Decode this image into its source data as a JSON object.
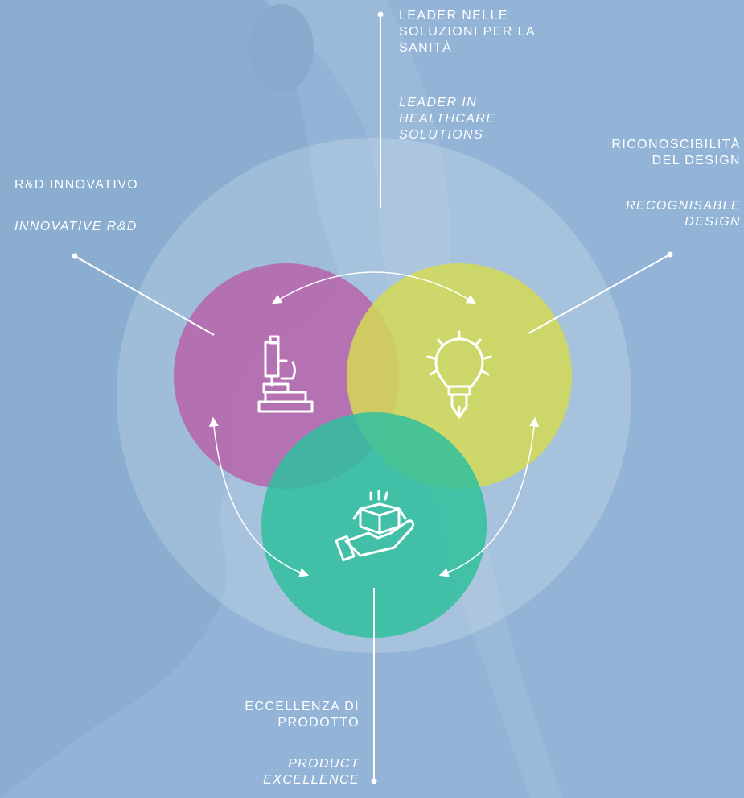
{
  "colors": {
    "background": "#93b4d6",
    "outer_circle": "#cfe0ee",
    "rd_circle": "#b562a8",
    "design_circle": "#d6d85a",
    "product_circle": "#2fbe9c",
    "lines": "#ffffff"
  },
  "labels": {
    "top": {
      "it": [
        "LEADER NELLE",
        "SOLUZIONI PER LA",
        "SANITÀ"
      ],
      "en": [
        "LEADER IN",
        "HEALTHCARE",
        "SOLUTIONS"
      ]
    },
    "left": {
      "it": [
        "R&D INNOVATIVO"
      ],
      "en": [
        "INNOVATIVE R&D"
      ]
    },
    "right": {
      "it": [
        "RICONOSCIBILITÀ",
        "DEL DESIGN"
      ],
      "en": [
        "RECOGNISABLE",
        "DESIGN"
      ]
    },
    "bottom": {
      "it": [
        "ECCELLENZA DI",
        "PRODOTTO"
      ],
      "en": [
        "PRODUCT",
        "EXCELLENCE"
      ]
    }
  },
  "icons": {
    "rd": "microscope-icon",
    "design": "lightbulb-pencil-icon",
    "product": "hand-box-icon"
  }
}
